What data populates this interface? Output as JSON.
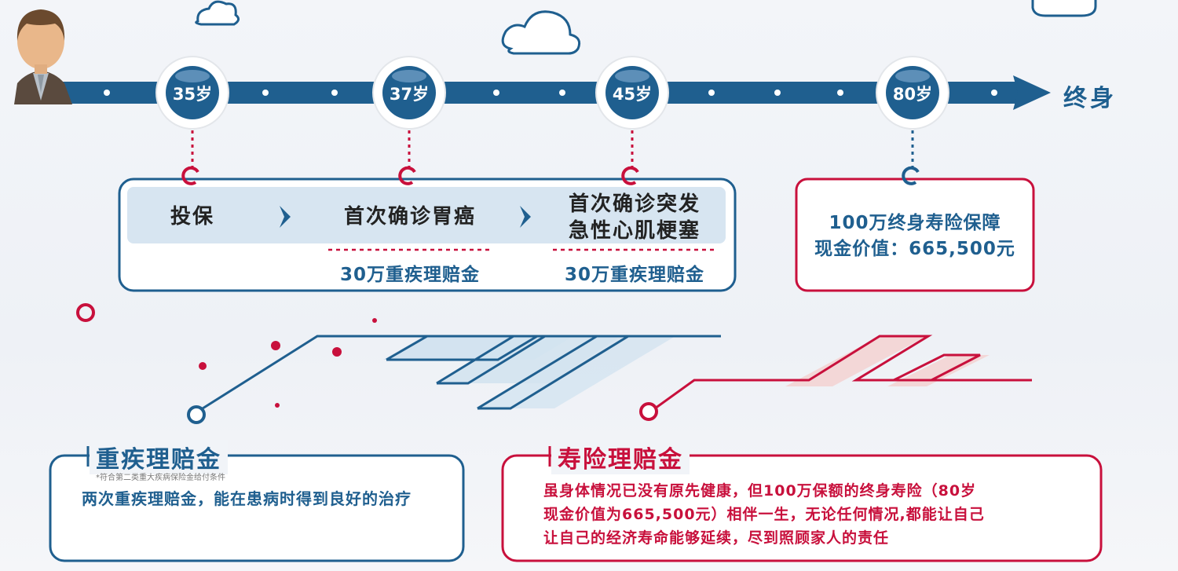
{
  "timeline": {
    "ages": [
      "35岁",
      "37岁",
      "45岁",
      "80岁"
    ],
    "end_label": "终身"
  },
  "stages": {
    "s1": "投保",
    "s2": "首次确诊胃癌",
    "s3_line1": "首次确诊突发",
    "s3_line2": "急性心肌梗塞",
    "payout1": "30万重疾理赔金",
    "payout2": "30万重疾理赔金"
  },
  "life_box": {
    "line1": "100万终身寿险保障",
    "line2": "现金价值：665,500元"
  },
  "critical_panel": {
    "title": "重疾理赔金",
    "note": "*符合第二类重大疾病保险金给付条件",
    "body": "两次重疾理赔金，能在患病时得到良好的治疗"
  },
  "life_panel": {
    "title": "寿险理赔金",
    "body_line1": "虽身体情况已没有原先健康，但100万保额的终身寿险（80岁",
    "body_line2": "现金价值为665,500元）相伴一生，无论任何情况,都能让自己",
    "body_line3": "让自己的经济寿命能够延续，尽到照顾家人的责任"
  },
  "colors": {
    "blue": "#1f5f8f",
    "red": "#c8103c"
  }
}
